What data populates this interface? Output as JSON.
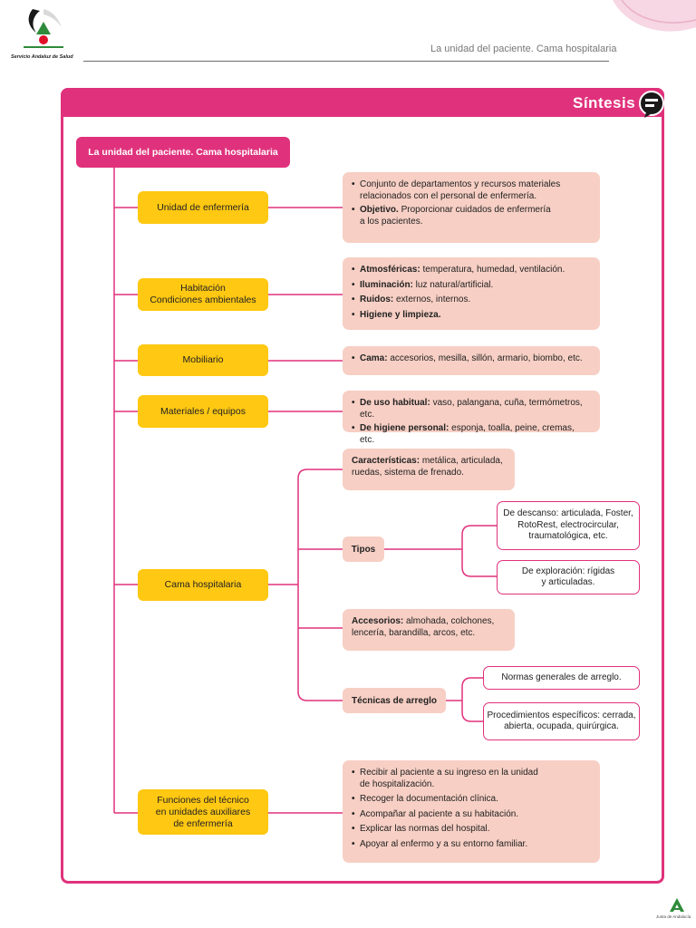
{
  "header": {
    "logo_caption": "Servicio Andaluz de Salud",
    "title": "La unidad del paciente. Cama hospitalaria"
  },
  "synthesis": {
    "label": "Síntesis"
  },
  "root": {
    "label": "La unidad del paciente. Cama hospitalaria"
  },
  "branches": {
    "unidad": {
      "label": "Unidad de enfermería",
      "items": [
        {
          "bold": "",
          "text": "Conjunto de departamentos y recursos materiales\nrelacionados con el personal de enfermería."
        },
        {
          "bold": "Objetivo.",
          "text": " Proporcionar cuidados de enfermería\na los pacientes."
        }
      ]
    },
    "habitacion": {
      "label": "Habitación\nCondiciones ambientales",
      "items": [
        {
          "bold": "Atmosféricas:",
          "text": " temperatura, humedad, ventilación."
        },
        {
          "bold": "Iluminación:",
          "text": " luz natural/artificial."
        },
        {
          "bold": "Ruidos:",
          "text": " externos, internos."
        },
        {
          "bold": "Higiene y limpieza.",
          "text": ""
        }
      ]
    },
    "mobiliario": {
      "label": "Mobiliario",
      "items": [
        {
          "bold": "Cama:",
          "text": " accesorios, mesilla, sillón, armario, biombo, etc."
        }
      ]
    },
    "materiales": {
      "label": "Materiales / equipos",
      "items": [
        {
          "bold": "De uso habitual:",
          "text": " vaso, palangana, cuña, termómetros, etc."
        },
        {
          "bold": "De higiene personal:",
          "text": " esponja, toalla, peine, cremas, etc."
        }
      ]
    },
    "cama": {
      "label": "Cama hospitalaria",
      "caracteristicas": {
        "bold": "Características:",
        "text": " metálica, articulada,\nruedas, sistema de frenado."
      },
      "tipos": {
        "label": "Tipos",
        "descanso": "De descanso: articulada, Foster,\nRotoRest, electrocircular,\ntraumatológica, etc.",
        "exploracion": "De exploración: rígidas\ny articuladas."
      },
      "accesorios": {
        "bold": "Accesorios:",
        "text": " almohada, colchones,\nlencería, barandilla, arcos, etc."
      },
      "tecnicas": {
        "label": "Técnicas de arreglo",
        "normas": "Normas generales de arreglo.",
        "procedimientos": "Procedimientos específicos: cerrada,\nabierta, ocupada, quirúrgica."
      }
    },
    "funciones": {
      "label": "Funciones del técnico\nen unidades auxiliares\nde enfermería",
      "items": [
        {
          "bold": "",
          "text": "Recibir al paciente a su ingreso en la unidad\nde hospitalización."
        },
        {
          "bold": "",
          "text": "Recoger la documentación clínica."
        },
        {
          "bold": "",
          "text": "Acompañar al paciente a su habitación."
        },
        {
          "bold": "",
          "text": "Explicar las normas del hospital."
        },
        {
          "bold": "",
          "text": "Apoyar al enfermo y a su entorno familiar."
        }
      ]
    }
  },
  "footer": {
    "logo_caption": "Junta de Andalucía"
  },
  "colors": {
    "accent": "#e0327c",
    "yellow": "#ffc812",
    "pink_box": "#f7cfc4"
  },
  "icons": {
    "logo": "sas-logo",
    "chat": "chat-bubble-icon",
    "footer_logo": "junta-andalucia-logo"
  }
}
